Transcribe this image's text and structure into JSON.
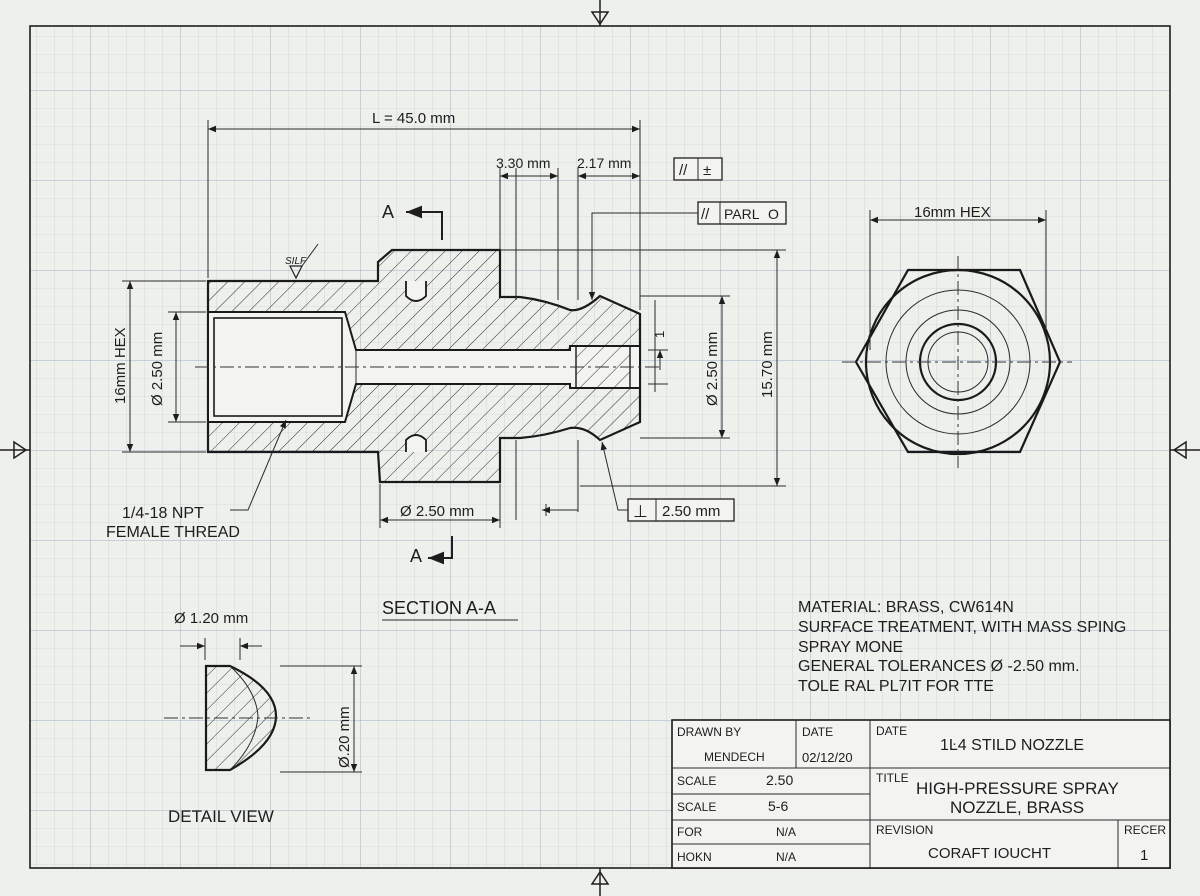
{
  "dims": {
    "overall_length": "L = 45.0 mm",
    "d1": "3.30 mm",
    "d2": "2.17 mm",
    "hex_left": "16mm HEX",
    "dia_left": "Ø 2.50 mm",
    "dia_bottom": "Ø 2.50 mm",
    "dia_right": "Ø 2.50 mm",
    "height_right": "15.70 mm",
    "perp_tol": "2.50 mm",
    "detail_dia": "Ø 1.20 mm",
    "detail_height": "Ø.20 mm",
    "hex_end": "16mm HEX",
    "small_tick": "1"
  },
  "tolerance_frames": {
    "top": [
      "//",
      "±"
    ],
    "parlo": [
      "//",
      "PARL",
      "O"
    ],
    "perp_symbol": "⊥"
  },
  "labels": {
    "section_marker": "A",
    "section_title": "SECTION A-A",
    "thread_note_line1": "1/4-18 NPT",
    "thread_note_line2": "FEMALE THREAD",
    "surface_symbol": "SILF",
    "detail_view": "DETAIL VIEW"
  },
  "notes": [
    "MATERIAL: BRASS, CW614N",
    "SURFACE TREATMENT, WITH MASS SPING",
    "SPRAY MONE",
    "GENERAL TOLERANCES Ø -2.50 mm.",
    "TOLE RAL PL7IT FOR TTE"
  ],
  "title_block": {
    "drawn_by_label": "DRAWN BY",
    "drawn_by": "MENDECH",
    "date_label": "DATE",
    "date": "02/12/20",
    "date_label_2": "DATE",
    "part_no": "1Ŀ4 STILD NOZZLE",
    "scale_label": "SCALE",
    "scale_value": "2.50",
    "scale_label_2": "SCALE",
    "scale_value_2": "5-6",
    "for_label": "FOR",
    "for_value": "N/A",
    "hokn_label": "HOKN",
    "hokn_value": "N/A",
    "title_label": "TITLE",
    "title_line1": "HIGH-PRESSURE SPRAY",
    "title_line2": "NOZZLE, BRASS",
    "revision_label": "REVISION",
    "revision_value": "CORAFT IOUCHT",
    "recer_label": "RECER",
    "recer_value": "1"
  }
}
